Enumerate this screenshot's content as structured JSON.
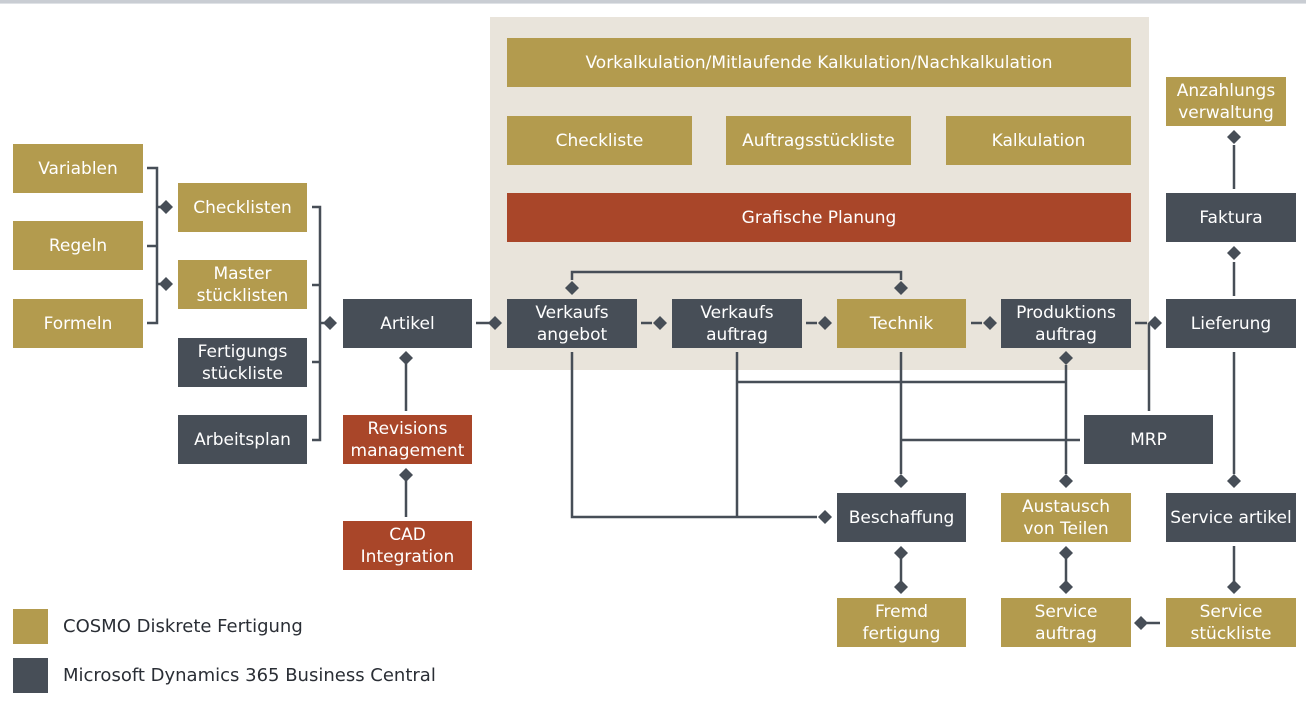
{
  "colors": {
    "cosmo": "#b39b4e",
    "microsoft": "#474e57",
    "highlight": "#a94629",
    "connector": "#474e57",
    "panel": "#e9e4db"
  },
  "nodes": {
    "variablen": "Variablen",
    "regeln": "Regeln",
    "formeln": "Formeln",
    "checklisten": "Checklisten",
    "master_stuecklisten": "Master stücklisten",
    "fertigungs_stueckliste": "Fertigungs stückliste",
    "arbeitsplan": "Arbeitsplan",
    "artikel": "Artikel",
    "revisions_management": "Revisions management",
    "cad_integration": "CAD Integration",
    "kalkulation_banner": "Vorkalkulation/Mitlaufende Kalkulation/Nachkalkulation",
    "checkliste": "Checkliste",
    "auftragsstueckliste": "Auftragsstückliste",
    "kalkulation": "Kalkulation",
    "grafische_planung": "Grafische Planung",
    "verkaufs_angebot": "Verkaufs angebot",
    "verkaufs_auftrag": "Verkaufs auftrag",
    "technik": "Technik",
    "produktions_auftrag": "Produktions auftrag",
    "lieferung": "Lieferung",
    "faktura": "Faktura",
    "anzahlungs_verwaltung": "Anzahlungs verwaltung",
    "mrp": "MRP",
    "beschaffung": "Beschaffung",
    "austausch_von_teilen": "Austausch von Teilen",
    "service_artikel": "Service artikel",
    "fremd_fertigung": "Fremd fertigung",
    "service_auftrag": "Service auftrag",
    "service_stueckliste": "Service stückliste"
  },
  "legend": [
    {
      "label": "COSMO Diskrete Fertigung",
      "color": "#b39b4e"
    },
    {
      "label": "Microsoft Dynamics 365 Business Central",
      "color": "#474e57"
    }
  ]
}
